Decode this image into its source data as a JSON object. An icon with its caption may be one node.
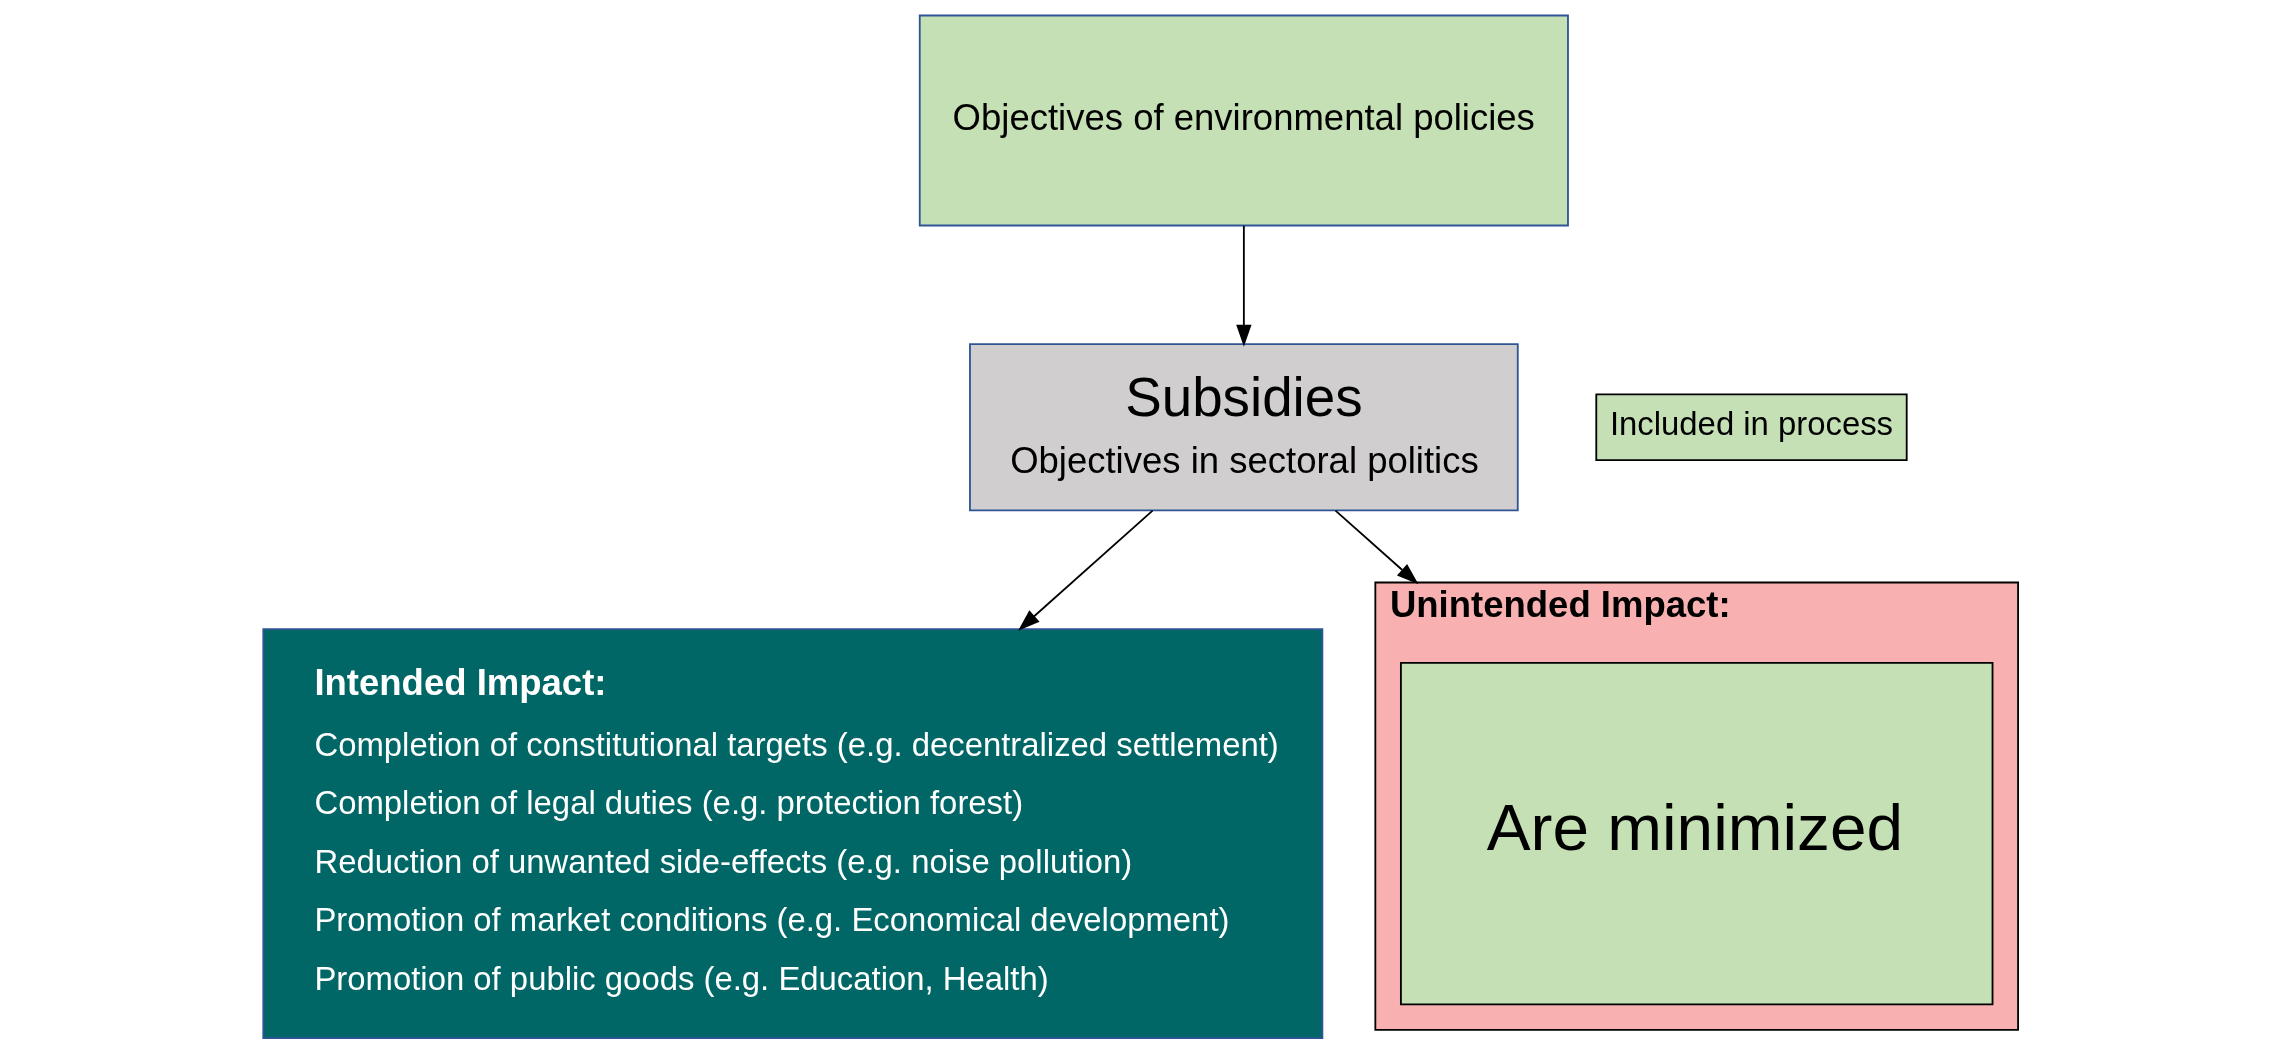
{
  "diagram": {
    "nodes": [
      {
        "text": [
          "Subsidies",
          "Objectives in sectoral politics"
        ]
      },
      {
        "text": [
          "Intended Impact:",
          "Completion of constitutional targets (e.g. decentralized settlement)",
          "Completion of legal duties (e.g. protection forest)",
          "Reduction of unwanted side-effects (e.g. noise pollution)",
          "Promotion of market conditions (e.g. Economical development)",
          "Promotion of public goods (e.g. Education, Health)"
        ]
      },
      {
        "text": [
          "Unintended Impact:"
        ]
      },
      {
        "text": [
          "Are minimized"
        ],
        "in": 2
      },
      {
        "text": [
          "Objectives of environmental policies"
        ]
      }
    ],
    "edges": [
      {
        "from": 0,
        "to": 1,
        "arrow": "to"
      },
      {
        "from": 0,
        "to": 2,
        "arrow": "to"
      },
      {
        "from": 4,
        "to": 0,
        "arrow": "to"
      }
    ],
    "legend": [
      {
        "text": "Included in process",
        "color": "#c5e0b4"
      }
    ]
  }
}
